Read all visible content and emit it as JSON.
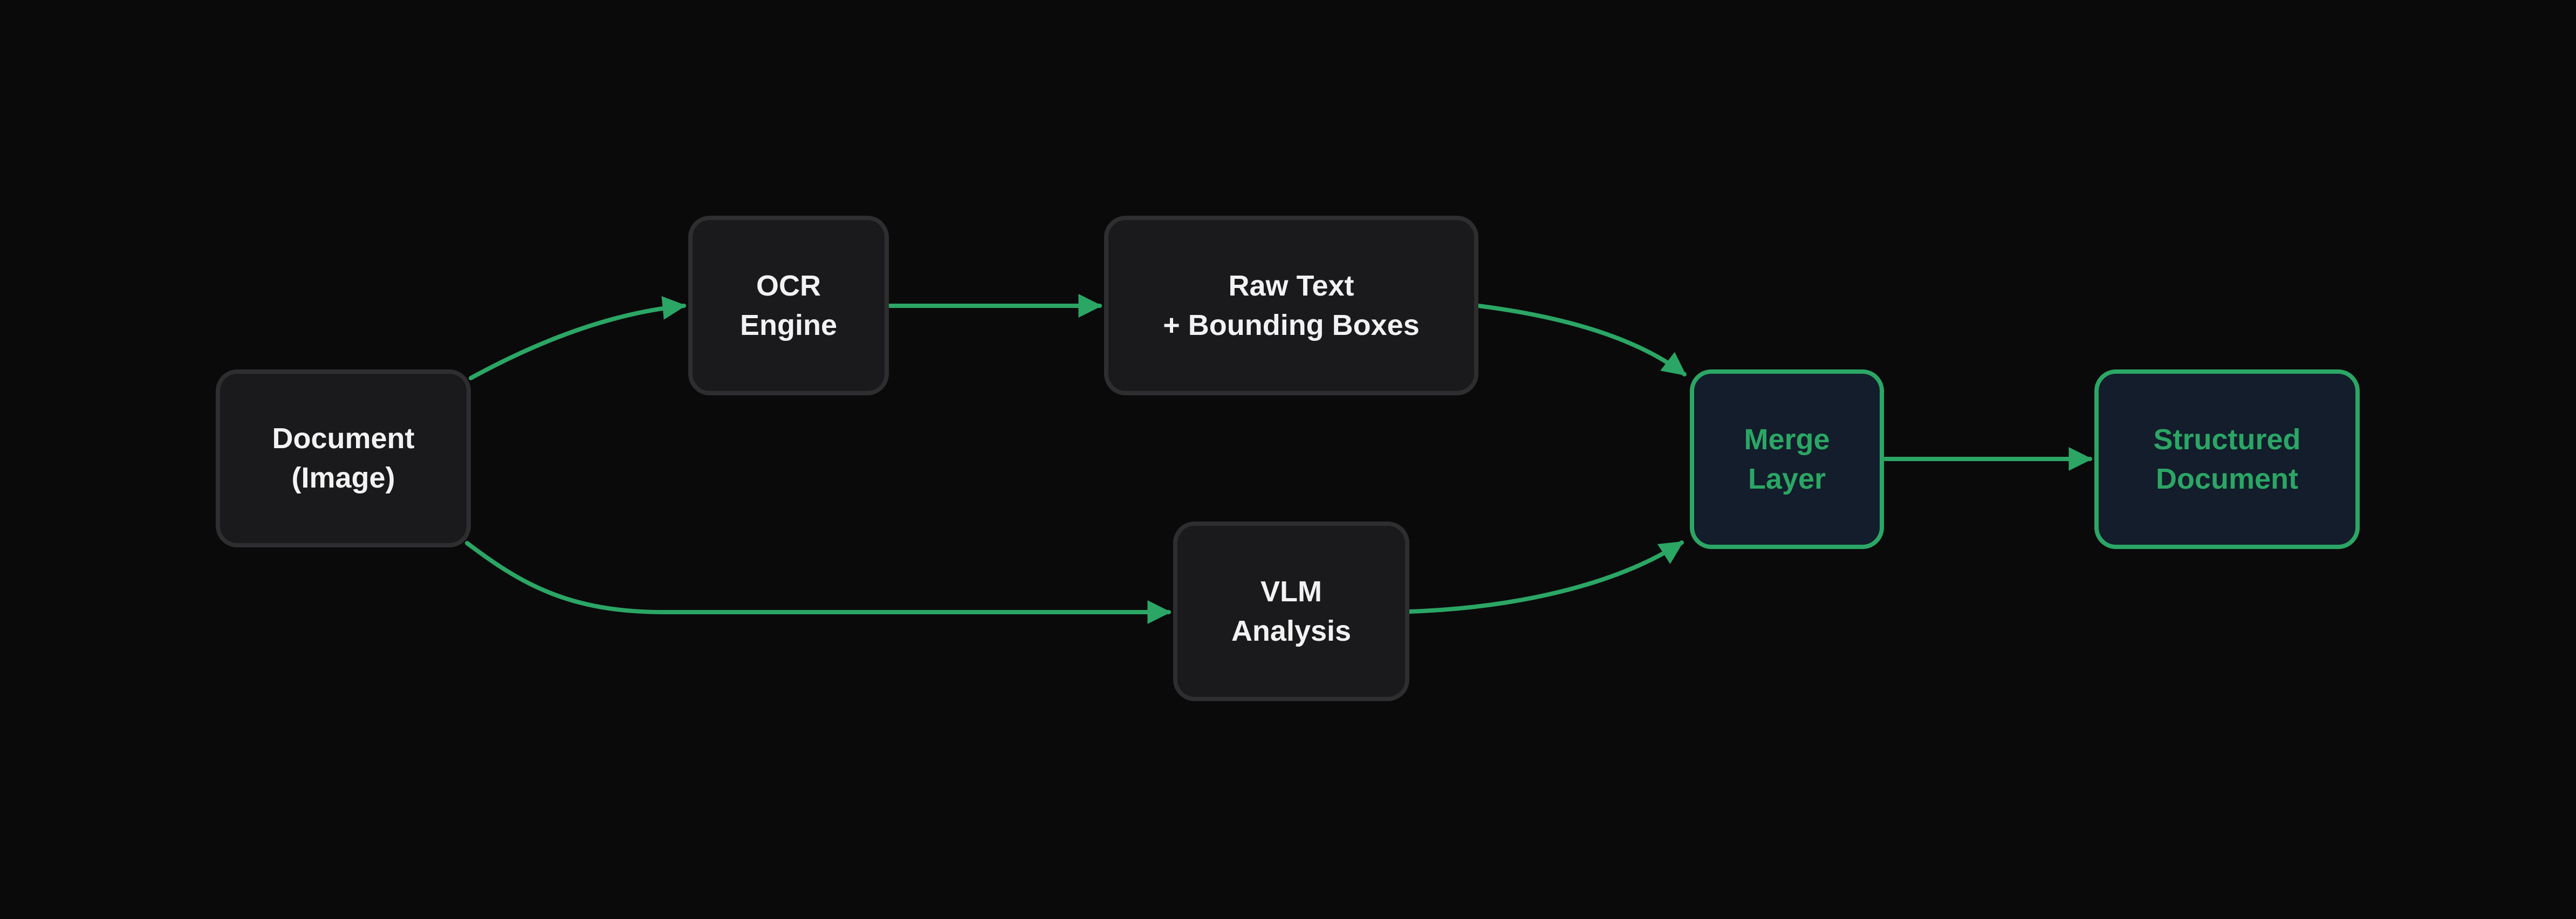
{
  "diagram": {
    "type": "flowchart",
    "nodes": [
      {
        "id": "document-image",
        "label": "Document\n(Image)",
        "style": "dark"
      },
      {
        "id": "ocr-engine",
        "label": "OCR\nEngine",
        "style": "dark"
      },
      {
        "id": "raw-text-bboxes",
        "label": "Raw Text\n+ Bounding Boxes",
        "style": "dark"
      },
      {
        "id": "vlm-analysis",
        "label": "VLM\nAnalysis",
        "style": "dark"
      },
      {
        "id": "merge-layer",
        "label": "Merge\nLayer",
        "style": "accent"
      },
      {
        "id": "structured-document",
        "label": "Structured\nDocument",
        "style": "accent"
      }
    ],
    "edges": [
      {
        "from": "document-image",
        "to": "ocr-engine"
      },
      {
        "from": "ocr-engine",
        "to": "raw-text-bboxes"
      },
      {
        "from": "raw-text-bboxes",
        "to": "merge-layer"
      },
      {
        "from": "document-image",
        "to": "vlm-analysis"
      },
      {
        "from": "vlm-analysis",
        "to": "merge-layer"
      },
      {
        "from": "merge-layer",
        "to": "structured-document"
      }
    ],
    "colors": {
      "background": "#0a0a0b",
      "node_fill": "#1a1a1c",
      "node_border": "#2e2e30",
      "node_text": "#f2f2f3",
      "accent_fill": "#131d2b",
      "accent_green": "#2ba665"
    }
  }
}
